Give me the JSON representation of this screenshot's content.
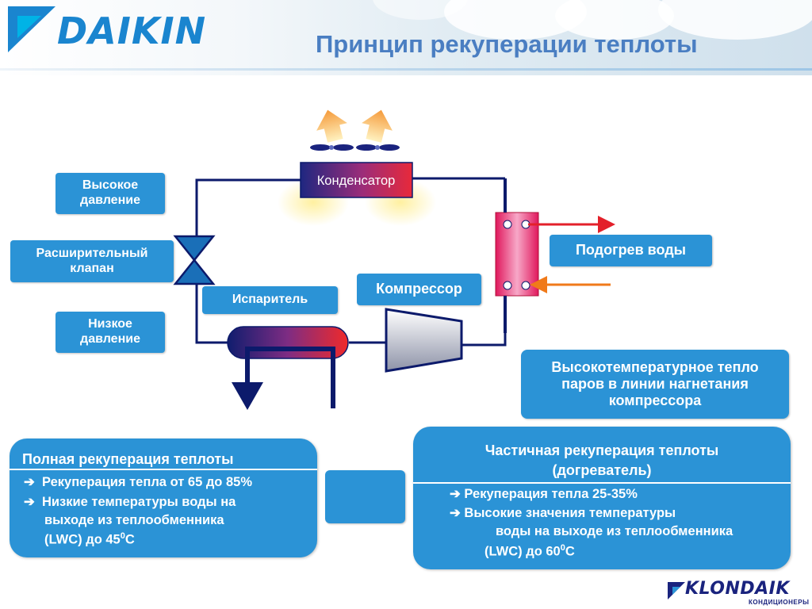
{
  "header": {
    "logo": "DAIKIN",
    "title": "Принцип рекуперации теплоты"
  },
  "diagram": {
    "condenser": "Конденсатор",
    "high_pressure": [
      "Высокое",
      "давление"
    ],
    "expansion_valve": [
      "Расширительный",
      "клапан"
    ],
    "low_pressure": [
      "Низкое",
      "давление"
    ],
    "evaporator": "Испаритель",
    "compressor": "Компрессор",
    "water_heating": "Подогрев воды",
    "discharge_heat": [
      "Высокотемпературное тепло",
      "паров в линии нагнетания",
      "компрессора"
    ]
  },
  "full_recovery": {
    "title": "Полная рекуперация теплоты",
    "lines": [
      "Рекуперация тепла от 65 до 85%",
      "Низкие температуры воды на",
      "выходе из теплообменника",
      "(LWC) до 45",
      "0",
      "C"
    ]
  },
  "partial_recovery": {
    "title": [
      "Частичная рекуперация теплоты",
      "(догреватель)"
    ],
    "lines": [
      "Рекуперация тепла 25-35%",
      "Высокие значения температуры",
      "воды на выходе из теплообменника",
      "(LWC) до 60",
      "0",
      "C"
    ]
  },
  "footer": {
    "logo_main": "KLONDAIK",
    "logo_sub": "КОНДИЦИОНЕРЫ"
  },
  "colors": {
    "label_blue": "#2b93d6",
    "pipe_navy": "#0c1a6b",
    "title_blue": "#4a7ec2",
    "hot_red": "#e3202a",
    "warm_orange": "#f07a1a"
  }
}
